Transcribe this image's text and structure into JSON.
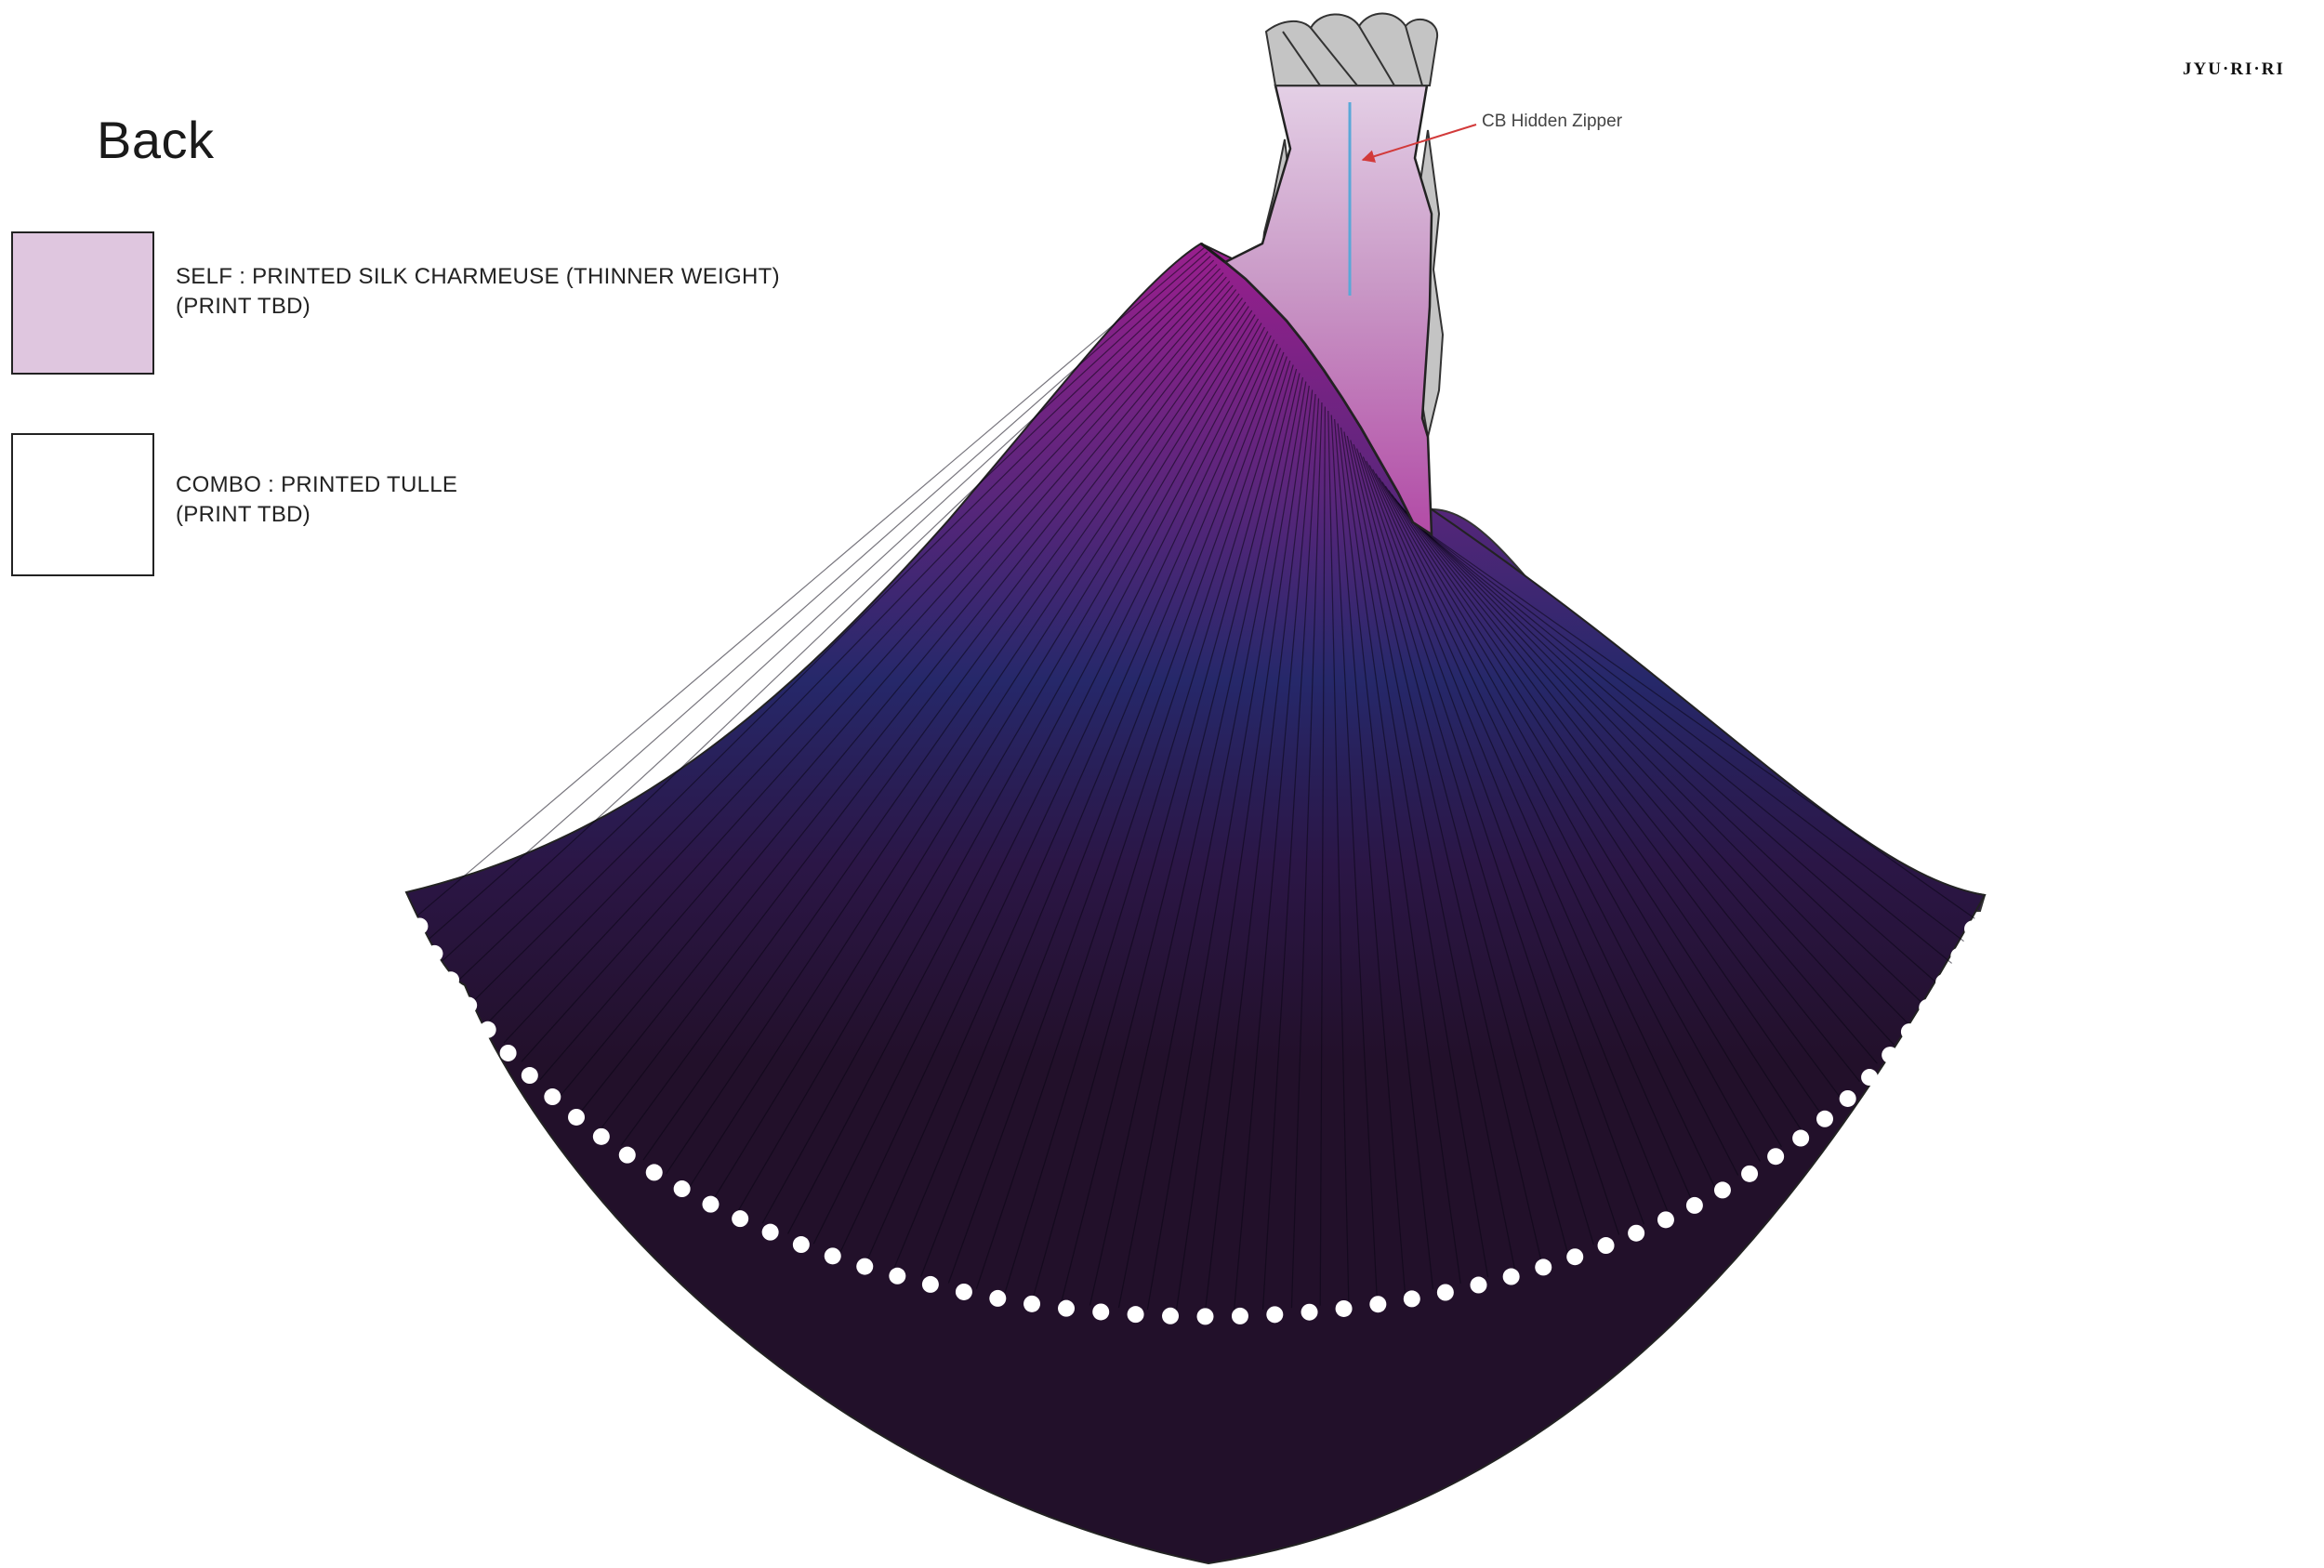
{
  "view_title": "Back",
  "brand": "JYU·RI·RI",
  "legend": [
    {
      "line1": "SELF : PRINTED SILK CHARMEUSE (THINNER WEIGHT)",
      "line2": "(PRINT TBD)",
      "swatch_color": "#dfc6df"
    },
    {
      "line1": "COMBO : PRINTED TULLE",
      "line2": "(PRINT TBD)",
      "swatch_color": "#ffffff"
    }
  ],
  "callout": {
    "label": "CB Hidden Zipper",
    "line_color": "#d23a3a",
    "zipper_color": "#5aa8d8"
  },
  "colors": {
    "bodice_top": "#e4d0e6",
    "bodice_mid": "#c998c6",
    "bodice_bottom": "#b24aa6",
    "skirt_magenta": "#9a1f8e",
    "skirt_purple": "#56267a",
    "skirt_navy": "#26286a",
    "skirt_dark": "#22102a",
    "ruffle_grey": "#c4c4c4",
    "outline": "#222222"
  }
}
